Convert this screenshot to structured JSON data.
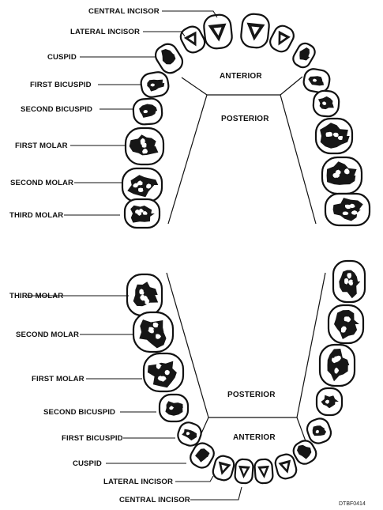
{
  "diagram": {
    "upper_arch": {
      "labels": {
        "central_incisor": "CENTRAL INCISOR",
        "lateral_incisor": "LATERAL INCISOR",
        "cuspid": "CUSPID",
        "first_bicuspid": "FIRST BICUSPID",
        "second_bicuspid": "SECOND BICUSPID",
        "first_molar": "FIRST MOLAR",
        "second_molar": "SECOND MOLAR",
        "third_molar": "THIRD MOLAR"
      },
      "regions": {
        "anterior": "ANTERIOR",
        "posterior": "POSTERIOR"
      }
    },
    "lower_arch": {
      "labels": {
        "third_molar": "THIRD MOLAR",
        "second_molar": "SECOND MOLAR",
        "first_molar": "FIRST MOLAR",
        "second_bicuspid": "SECOND BICUSPID",
        "first_bicuspid": "FIRST BICUSPID",
        "cuspid": "CUSPID",
        "lateral_incisor": "LATERAL INCISOR",
        "central_incisor": "CENTRAL INCISOR"
      },
      "regions": {
        "posterior": "POSTERIOR",
        "anterior": "ANTERIOR"
      }
    },
    "figure_code": "DTBF0414"
  }
}
